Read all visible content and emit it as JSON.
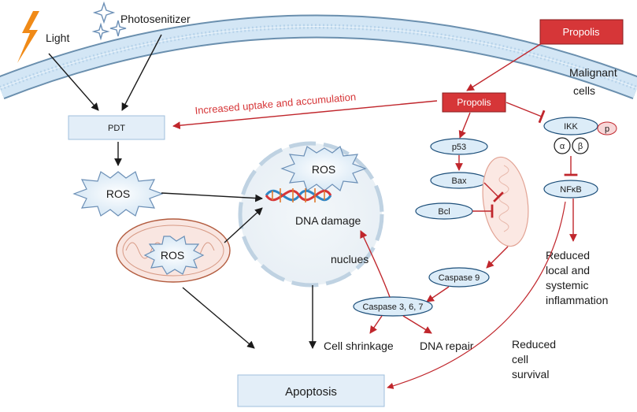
{
  "labels": {
    "light": "Light",
    "photosensitizer": "Photosenitizer",
    "malignant": [
      "Malignant",
      "cells"
    ],
    "propolis_top": "Propolis",
    "propolis_inner": "Propolis",
    "increased_uptake": "Increased uptake and accumulation",
    "pdt": "PDT",
    "ros_left": "ROS",
    "ros_nucleus": "ROS",
    "ros_mito": "ROS",
    "dna_damage": "DNA damage",
    "nucleus": "nuclues",
    "p53": "p53",
    "bax": "Bax",
    "bcl": "Bcl",
    "caspase9": "Caspase 9",
    "caspase367": "Caspase 3, 6, 7",
    "cell_shrinkage": "Cell shrinkage",
    "dna_repair": "DNA repair",
    "ikk": "IKK",
    "p": "p",
    "alpha": "α",
    "beta": "β",
    "nfkb": "NFκB",
    "reduced_inflammation": [
      "Reduced",
      "local and",
      "systemic",
      "inflammation"
    ],
    "reduced_survival": [
      "Reduced",
      "cell",
      "survival"
    ],
    "apoptosis": "Apoptosis"
  },
  "colors": {
    "propolis_red": "#d63638",
    "arrow_red": "#c0262c",
    "oval_fill": "#dcecf8",
    "oval_stroke": "#1d4f7a",
    "light_orange": "#f08a17",
    "membrane": "#cfe3f3"
  }
}
